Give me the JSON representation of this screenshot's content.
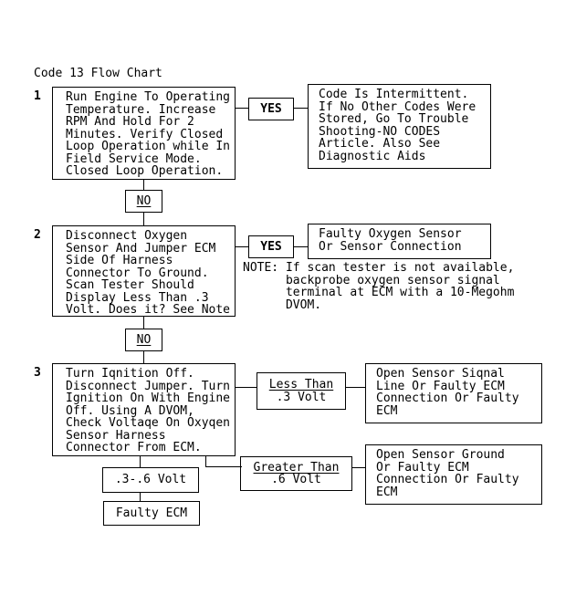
{
  "title": "Code 13 Flow Chart",
  "steps": [
    {
      "number": "1",
      "text": "Run Engine To Operating\nTemperature. Increase\nRPM And Hold For 2\nMinutes. Verify Closed\nLoop Operation while In\nField Service Mode.\nClosed Loop Operation."
    },
    {
      "number": "2",
      "text": "Disconnect Oxygen\nSensor And Jumper ECM\nSide Of Harness\nConnector To Ground.\nScan Tester Should\nDisplay Less Than .3\nVolt. Does it? See Note"
    },
    {
      "number": "3",
      "text": "Turn Iqnition Off.\nDisconnect Jumper. Turn\nIgnition On With Engine\nOff. Using A DVOM,\nCheck Voltaqe On Oxyqen\nSensor Harness\nConnector From ECM."
    }
  ],
  "labels": {
    "yes": "YES",
    "no": "NO",
    "less_than": "Less Than",
    "less_than_value": ".3 Volt",
    "greater_than": "Greater Than",
    "greater_than_value": ".6 Volt",
    "mid_range": ".3-.6 Volt",
    "faulty_ecm": "Faulty ECM"
  },
  "results": {
    "intermittent": "Code Is Intermittent.\nIf No Other Codes Were\nStored, Go To Trouble\nShooting-NO CODES\nArticle. Also See\nDiagnostic Aids",
    "faulty_sensor": "Faulty Oxygen Sensor\nOr Sensor Connection",
    "open_signal": "Open Sensor Siqnal\nLine Or Faulty ECM\nConnection Or Faulty\nECM",
    "open_ground": "Open Sensor Ground\nOr Faulty ECM\nConnection Or Faulty\nECM"
  },
  "note": "NOTE: If scan tester is not available,\n      backprobe oxygen sensor signal\n      terminal at ECM with a 10-Megohm\n      DVOM.",
  "colors": {
    "background": "#ffffff",
    "ink": "#000000"
  }
}
